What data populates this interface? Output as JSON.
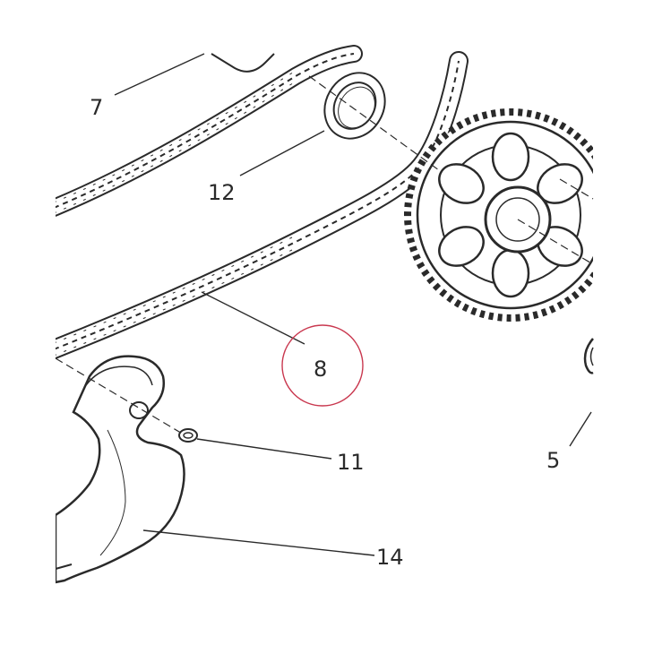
{
  "diagram": {
    "callouts": [
      {
        "id": "7",
        "label": "7"
      },
      {
        "id": "12",
        "label": "12"
      },
      {
        "id": "8",
        "label": "8"
      },
      {
        "id": "11",
        "label": "11"
      },
      {
        "id": "5",
        "label": "5"
      },
      {
        "id": "14",
        "label": "14"
      }
    ],
    "highlight_color": "#c9384f",
    "line_color": "#2a2a2a"
  }
}
